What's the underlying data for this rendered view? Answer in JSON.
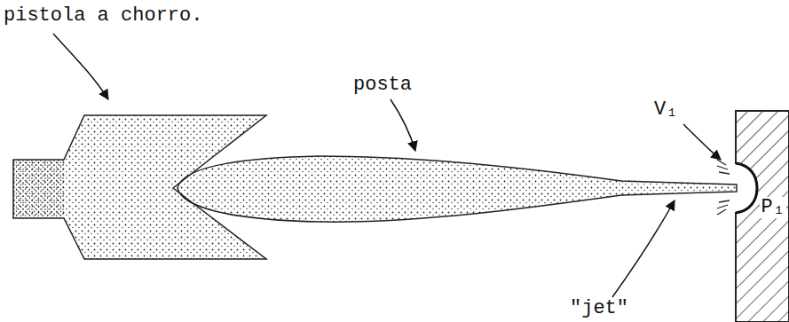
{
  "diagram": {
    "labels": [
      "pistola a chorro.",
      "posta",
      "V₁",
      "P₁",
      "\"jet\""
    ]
  }
}
